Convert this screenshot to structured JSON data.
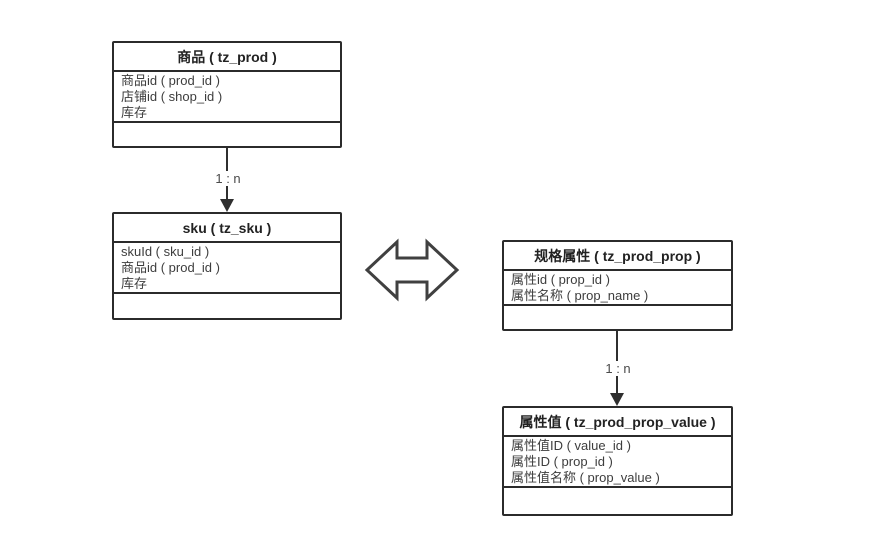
{
  "diagram": {
    "colors": {
      "border": "#2b2b2b",
      "text": "#3d3d3d",
      "connector": "#2f2f2f",
      "arrow_outline": "#404040"
    },
    "entities": [
      {
        "key": "prod",
        "title": "商品 ( tz_prod )",
        "fields": [
          "商品id ( prod_id )",
          "店铺id ( shop_id )",
          "库存"
        ]
      },
      {
        "key": "sku",
        "title": "sku ( tz_sku )",
        "fields": [
          "skuId ( sku_id )",
          "商品id ( prod_id )",
          "库存"
        ]
      },
      {
        "key": "prod_prop",
        "title": "规格属性 ( tz_prod_prop )",
        "fields": [
          "属性id ( prop_id )",
          "属性名称 ( prop_name )"
        ]
      },
      {
        "key": "prop_value",
        "title": "属性值 ( tz_prod_prop_value )",
        "fields": [
          "属性值ID ( value_id )",
          "属性ID ( prop_id )",
          "属性值名称 ( prop_value )"
        ]
      }
    ],
    "relations": [
      {
        "from": "prod",
        "to": "sku",
        "label": "1 : n"
      },
      {
        "from": "prod_prop",
        "to": "prop_value",
        "label": "1 : n"
      }
    ]
  }
}
